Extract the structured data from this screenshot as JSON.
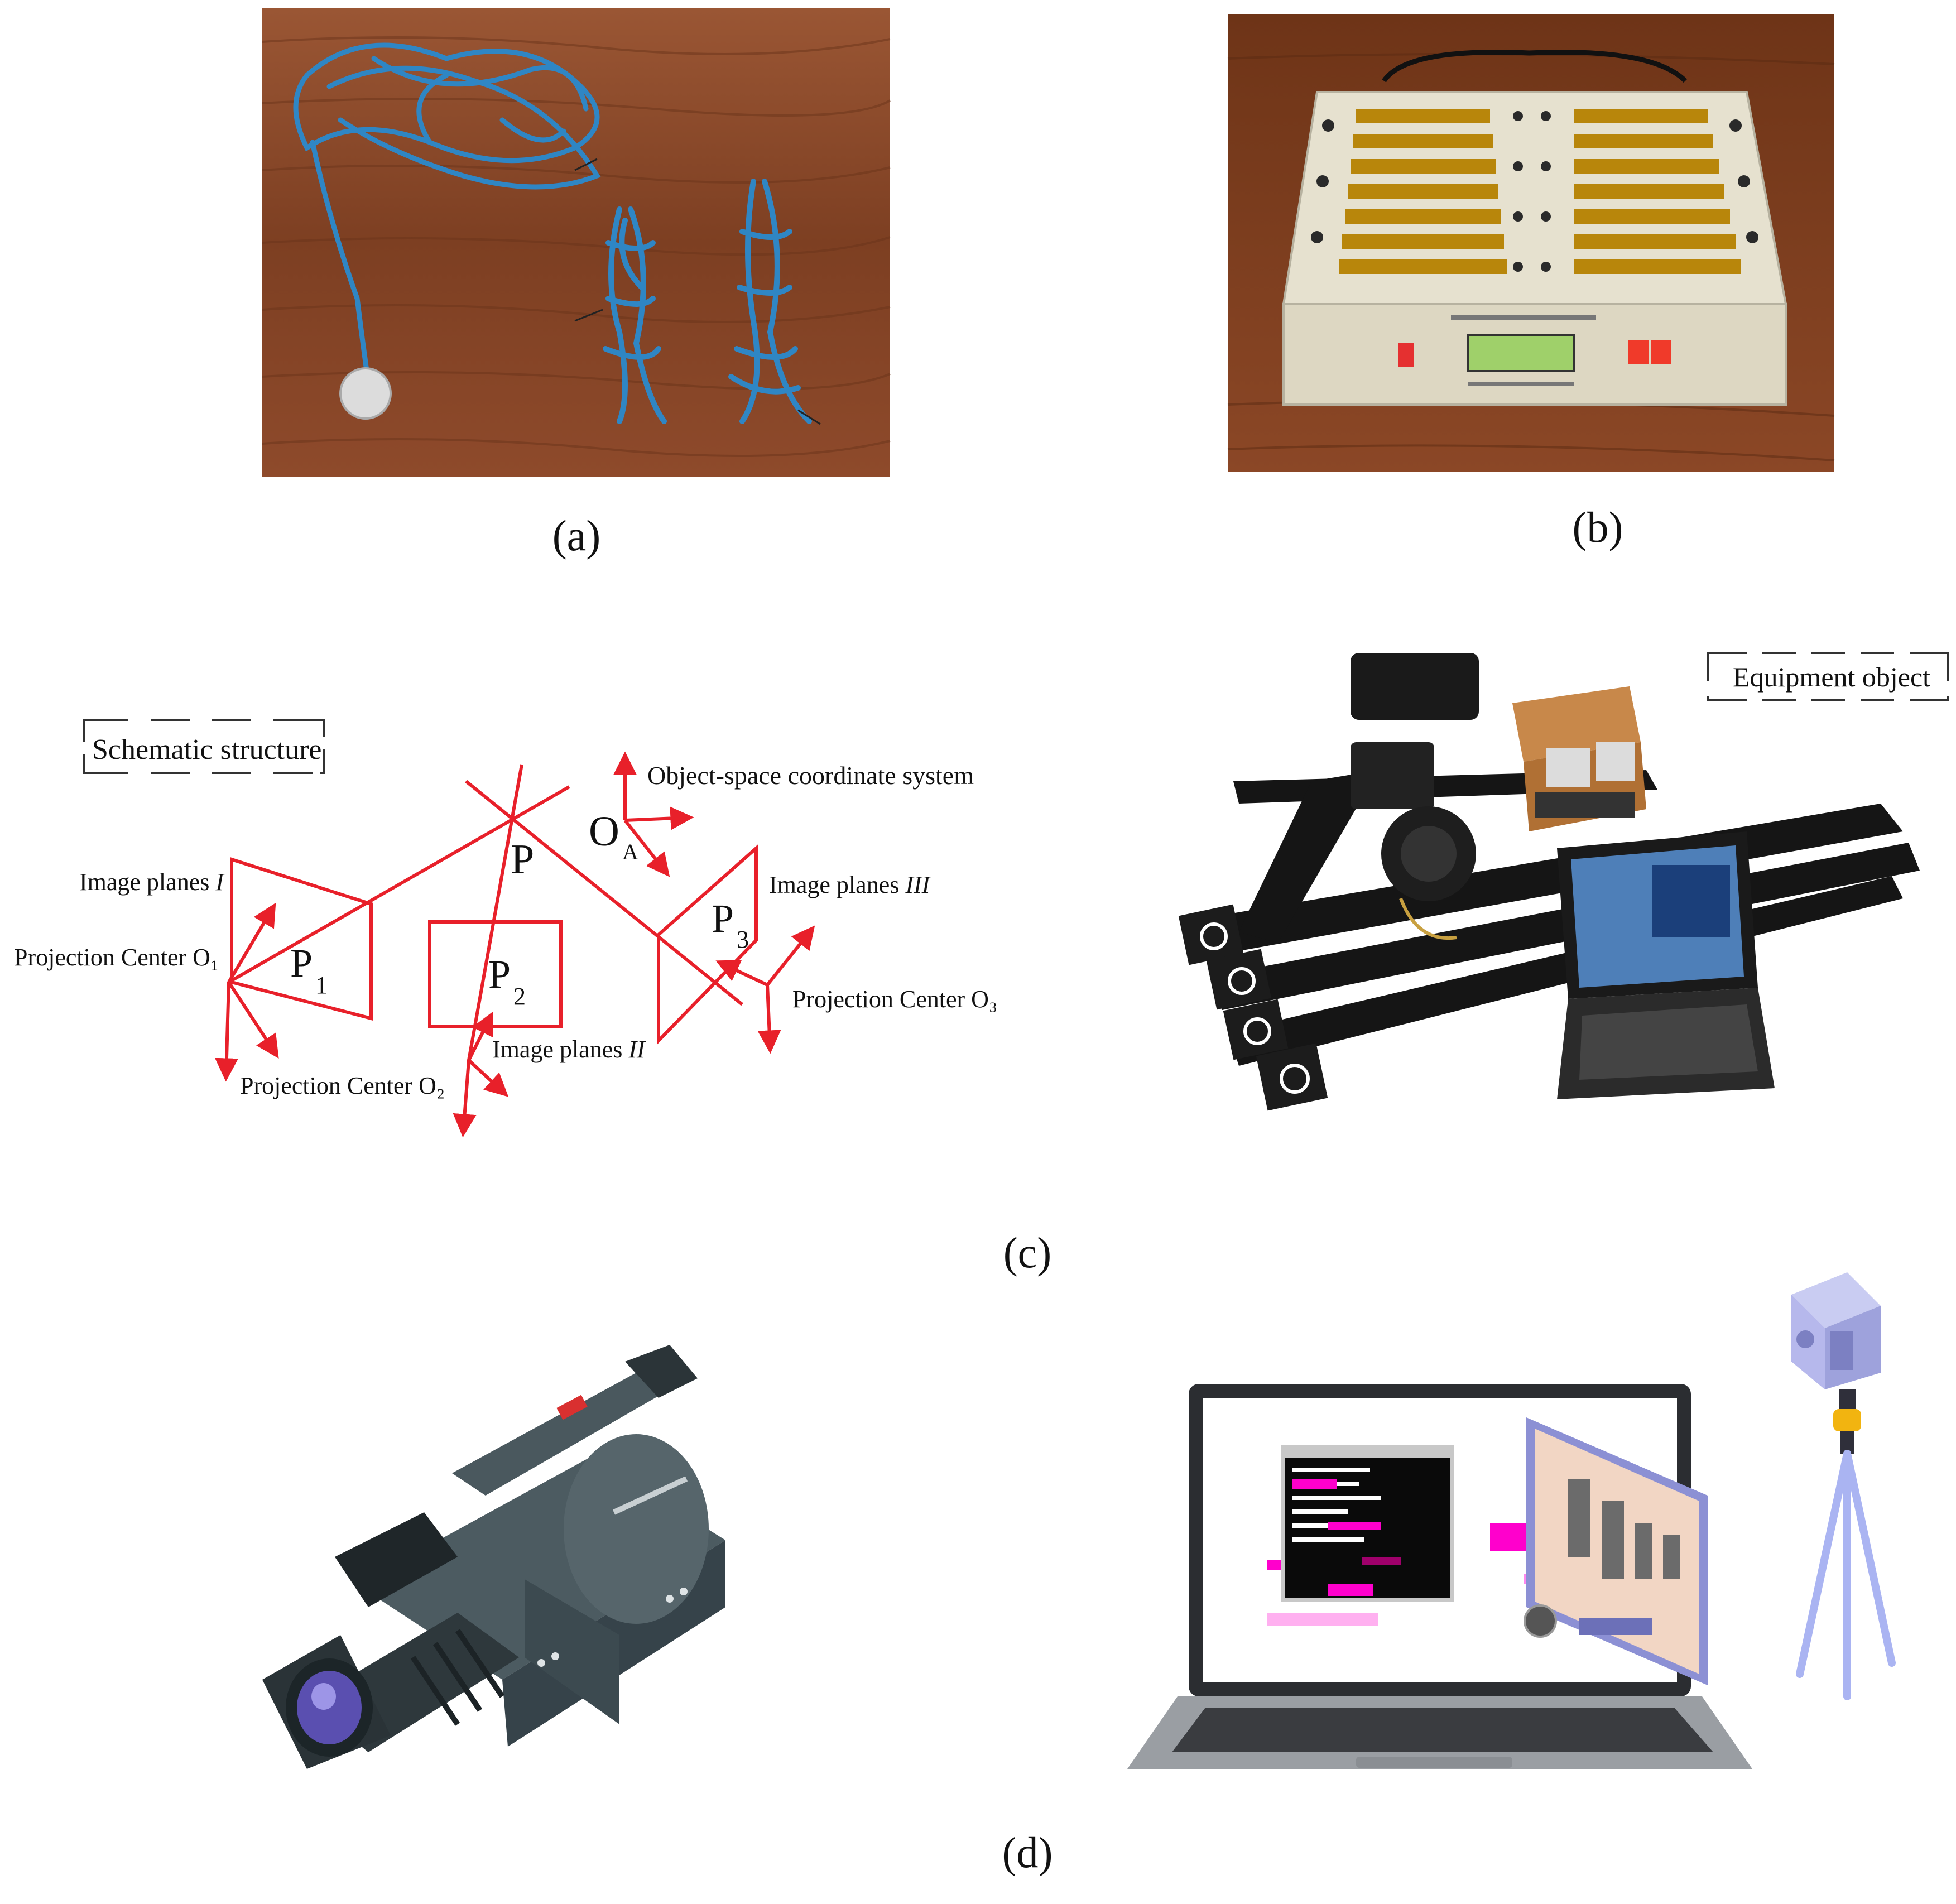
{
  "panels": {
    "a": {
      "caption": "(a)"
    },
    "b": {
      "caption": "(b)"
    },
    "c": {
      "caption": "(c)",
      "schematic": {
        "box_label": "Schematic structure",
        "object_space": "Object-space coordinate system",
        "point_P": "P",
        "origin_O": "O",
        "origin_sub": "A",
        "p1_main": "P",
        "p1_sub": "1",
        "p2_main": "P",
        "p2_sub": "2",
        "p3_main": "P",
        "p3_sub": "3",
        "image_plane_1": "Image planes",
        "image_plane_1_num": "I",
        "image_plane_2": "Image planes",
        "image_plane_2_num": "II",
        "image_plane_3": "Image planes",
        "image_plane_3_num": "III",
        "proj_center_1": "Projection Center O₁",
        "proj_center_2": "Projection Center O₂",
        "proj_center_3": "Projection Center O₃"
      },
      "equipment": {
        "box_label": "Equipment object"
      }
    },
    "d": {
      "caption": "(d)"
    }
  },
  "colors": {
    "diagram_red": "#e8202a",
    "wood": "#8a4a2a",
    "cable_blue": "#2f86c4",
    "box_beige": "#e6e1cf",
    "camera_body": "#3c4a50",
    "tripod": "#aab4f2"
  }
}
